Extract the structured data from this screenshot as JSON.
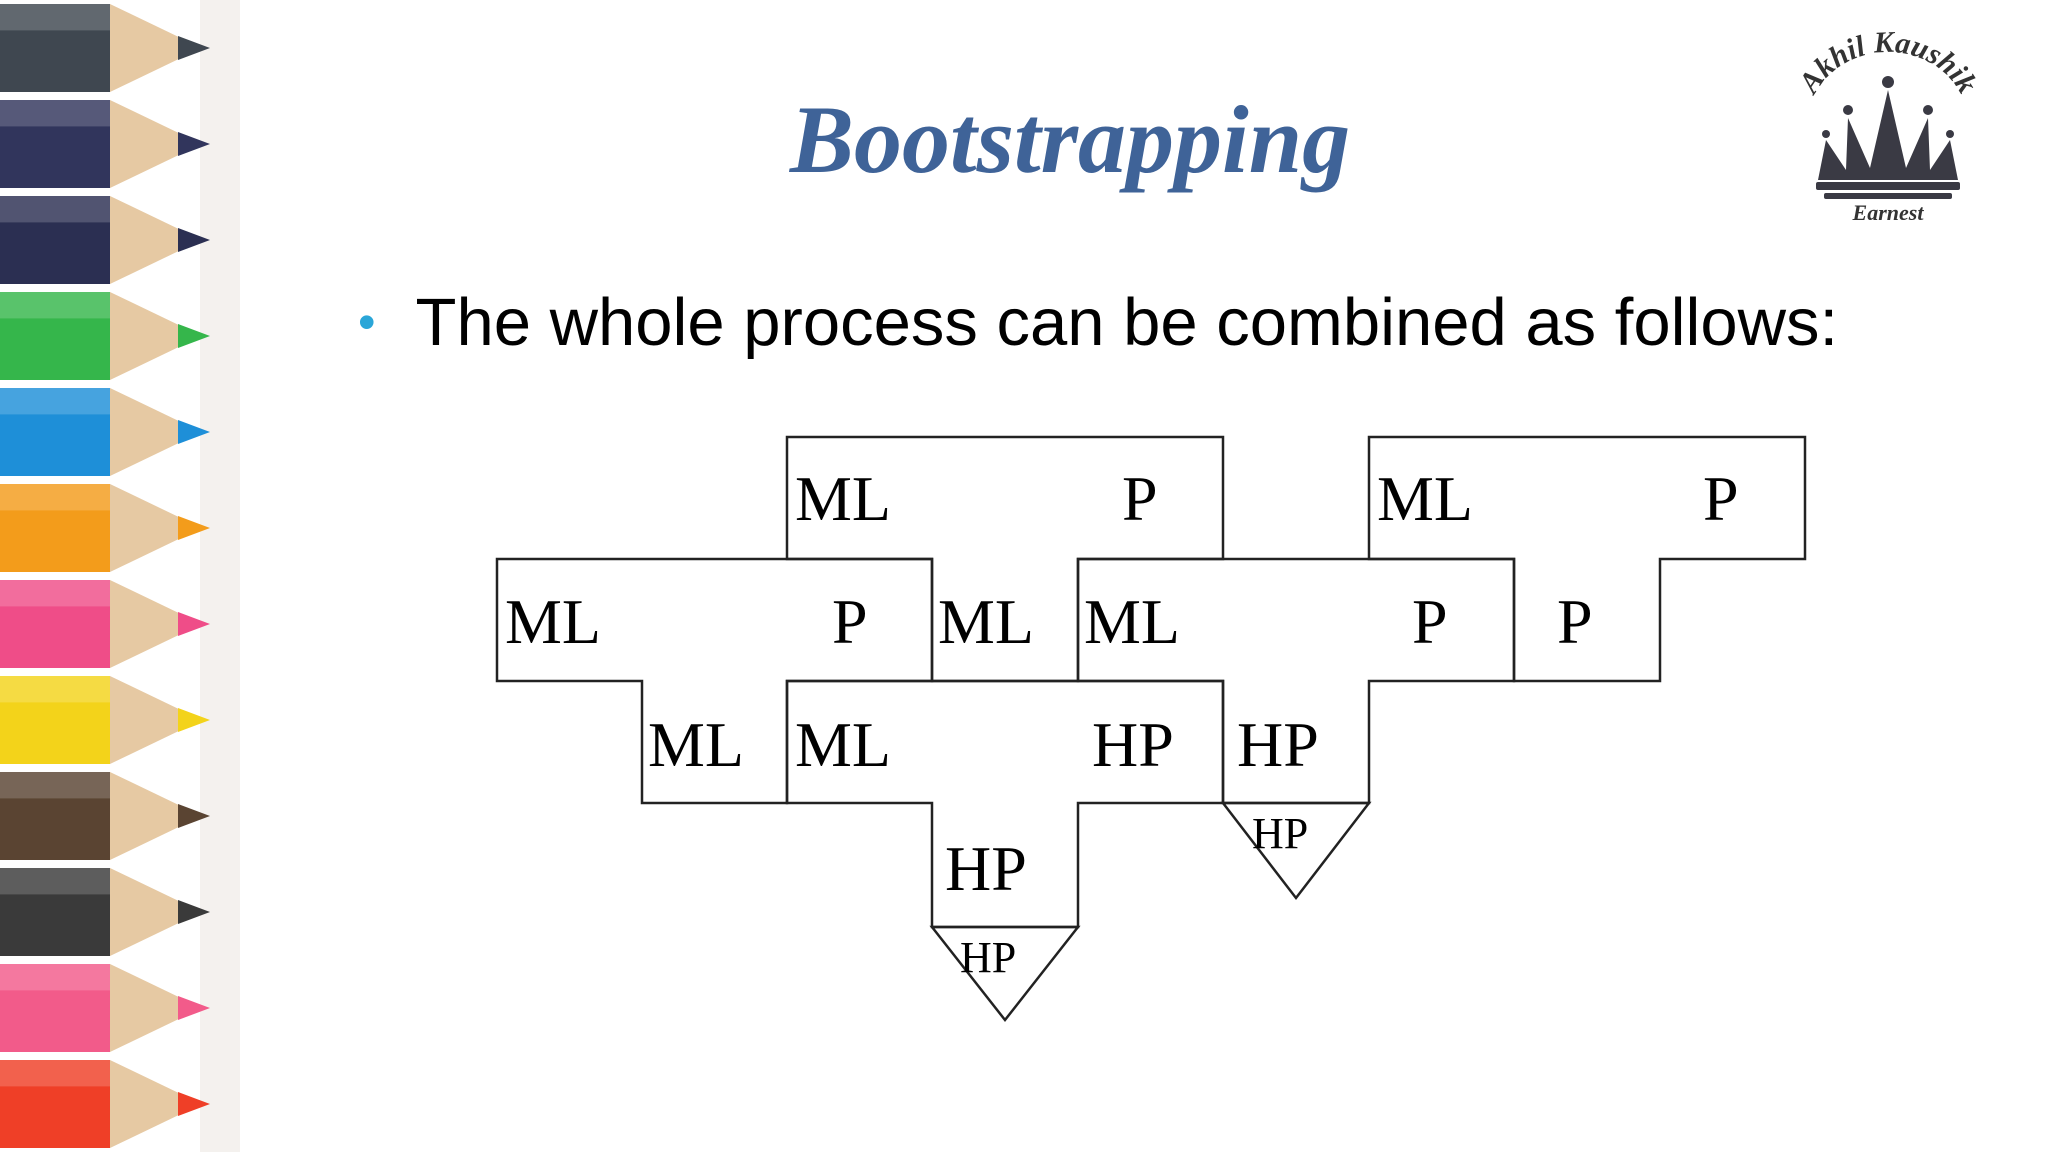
{
  "slide": {
    "title": "Bootstrapping",
    "bullet": "The whole process can be combined as follows:"
  },
  "logo": {
    "top_text": "Akhil Kaushik",
    "bottom_text": "Earnest",
    "icon": "crown-icon"
  },
  "decoration": {
    "icon": "colored-pencils-border",
    "pencil_colors": [
      "#3f4750",
      "#31355c",
      "#2b2f52",
      "#35b64b",
      "#1e8fd8",
      "#f39c1b",
      "#ef4d88",
      "#f3d31a",
      "#5a4432",
      "#3a3a3a",
      "#f25b8a",
      "#ef3f27"
    ]
  },
  "diagram": {
    "labels": {
      "ml": "ML",
      "p": "P",
      "hp": "HP"
    }
  },
  "colors": {
    "title": "#3f6398",
    "bullet_dot": "#2aa6d8"
  }
}
